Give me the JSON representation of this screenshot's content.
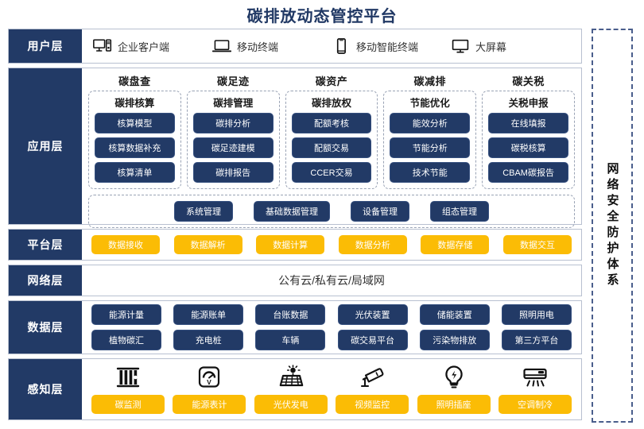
{
  "title": "碳排放动态管控平台",
  "security_sidebar": {
    "label": "网络安全防护体系"
  },
  "layers": {
    "user": {
      "label": "用户层",
      "items": [
        {
          "icon": "desktop-pc-icon",
          "label": "企业客户端"
        },
        {
          "icon": "laptop-icon",
          "label": "移动终端"
        },
        {
          "icon": "smartphone-icon",
          "label": "移动智能终端"
        },
        {
          "icon": "monitor-icon",
          "label": "大屏幕"
        }
      ]
    },
    "application": {
      "label": "应用层",
      "columns": [
        {
          "title": "碳盘查",
          "subtitle": "碳排核算",
          "items": [
            "核算模型",
            "核算数据补充",
            "核算清单"
          ]
        },
        {
          "title": "碳足迹",
          "subtitle": "碳排管理",
          "items": [
            "碳排分析",
            "碳足迹建模",
            "碳排报告"
          ]
        },
        {
          "title": "碳资产",
          "subtitle": "碳排放权",
          "items": [
            "配额考核",
            "配额交易",
            "CCER交易"
          ]
        },
        {
          "title": "碳减排",
          "subtitle": "节能优化",
          "items": [
            "能效分析",
            "节能分析",
            "技术节能"
          ]
        },
        {
          "title": "碳关税",
          "subtitle": "关税申报",
          "items": [
            "在线填报",
            "碳税核算",
            "CBAM碳报告"
          ]
        }
      ],
      "management": [
        "系统管理",
        "基础数据管理",
        "设备管理",
        "组态管理"
      ]
    },
    "platform": {
      "label": "平台层",
      "items": [
        "数据接收",
        "数据解析",
        "数据计算",
        "数据分析",
        "数据存储",
        "数据交互"
      ]
    },
    "network": {
      "label": "网络层",
      "text": "公有云/私有云/局域网"
    },
    "data": {
      "label": "数据层",
      "row1": [
        "能源计量",
        "能源账单",
        "台账数据",
        "光伏装置",
        "储能装置",
        "照明用电"
      ],
      "row2": [
        "植物碳汇",
        "充电桩",
        "车辆",
        "碳交易平台",
        "污染物排放",
        "第三方平台"
      ]
    },
    "perception": {
      "label": "感知层",
      "items": [
        {
          "icon": "carbon-sensor-icon",
          "label": "碳监测"
        },
        {
          "icon": "energy-meter-icon",
          "label": "能源表计"
        },
        {
          "icon": "solar-panel-icon",
          "label": "光伏发电"
        },
        {
          "icon": "security-camera-icon",
          "label": "视频监控"
        },
        {
          "icon": "lightbulb-icon",
          "label": "照明插座"
        },
        {
          "icon": "air-conditioner-icon",
          "label": "空调制冷"
        }
      ]
    }
  },
  "colors": {
    "navy": "#223A66",
    "amber": "#FBBC05",
    "title_blue": "#203864",
    "border_gray": "#b8c0d0"
  }
}
